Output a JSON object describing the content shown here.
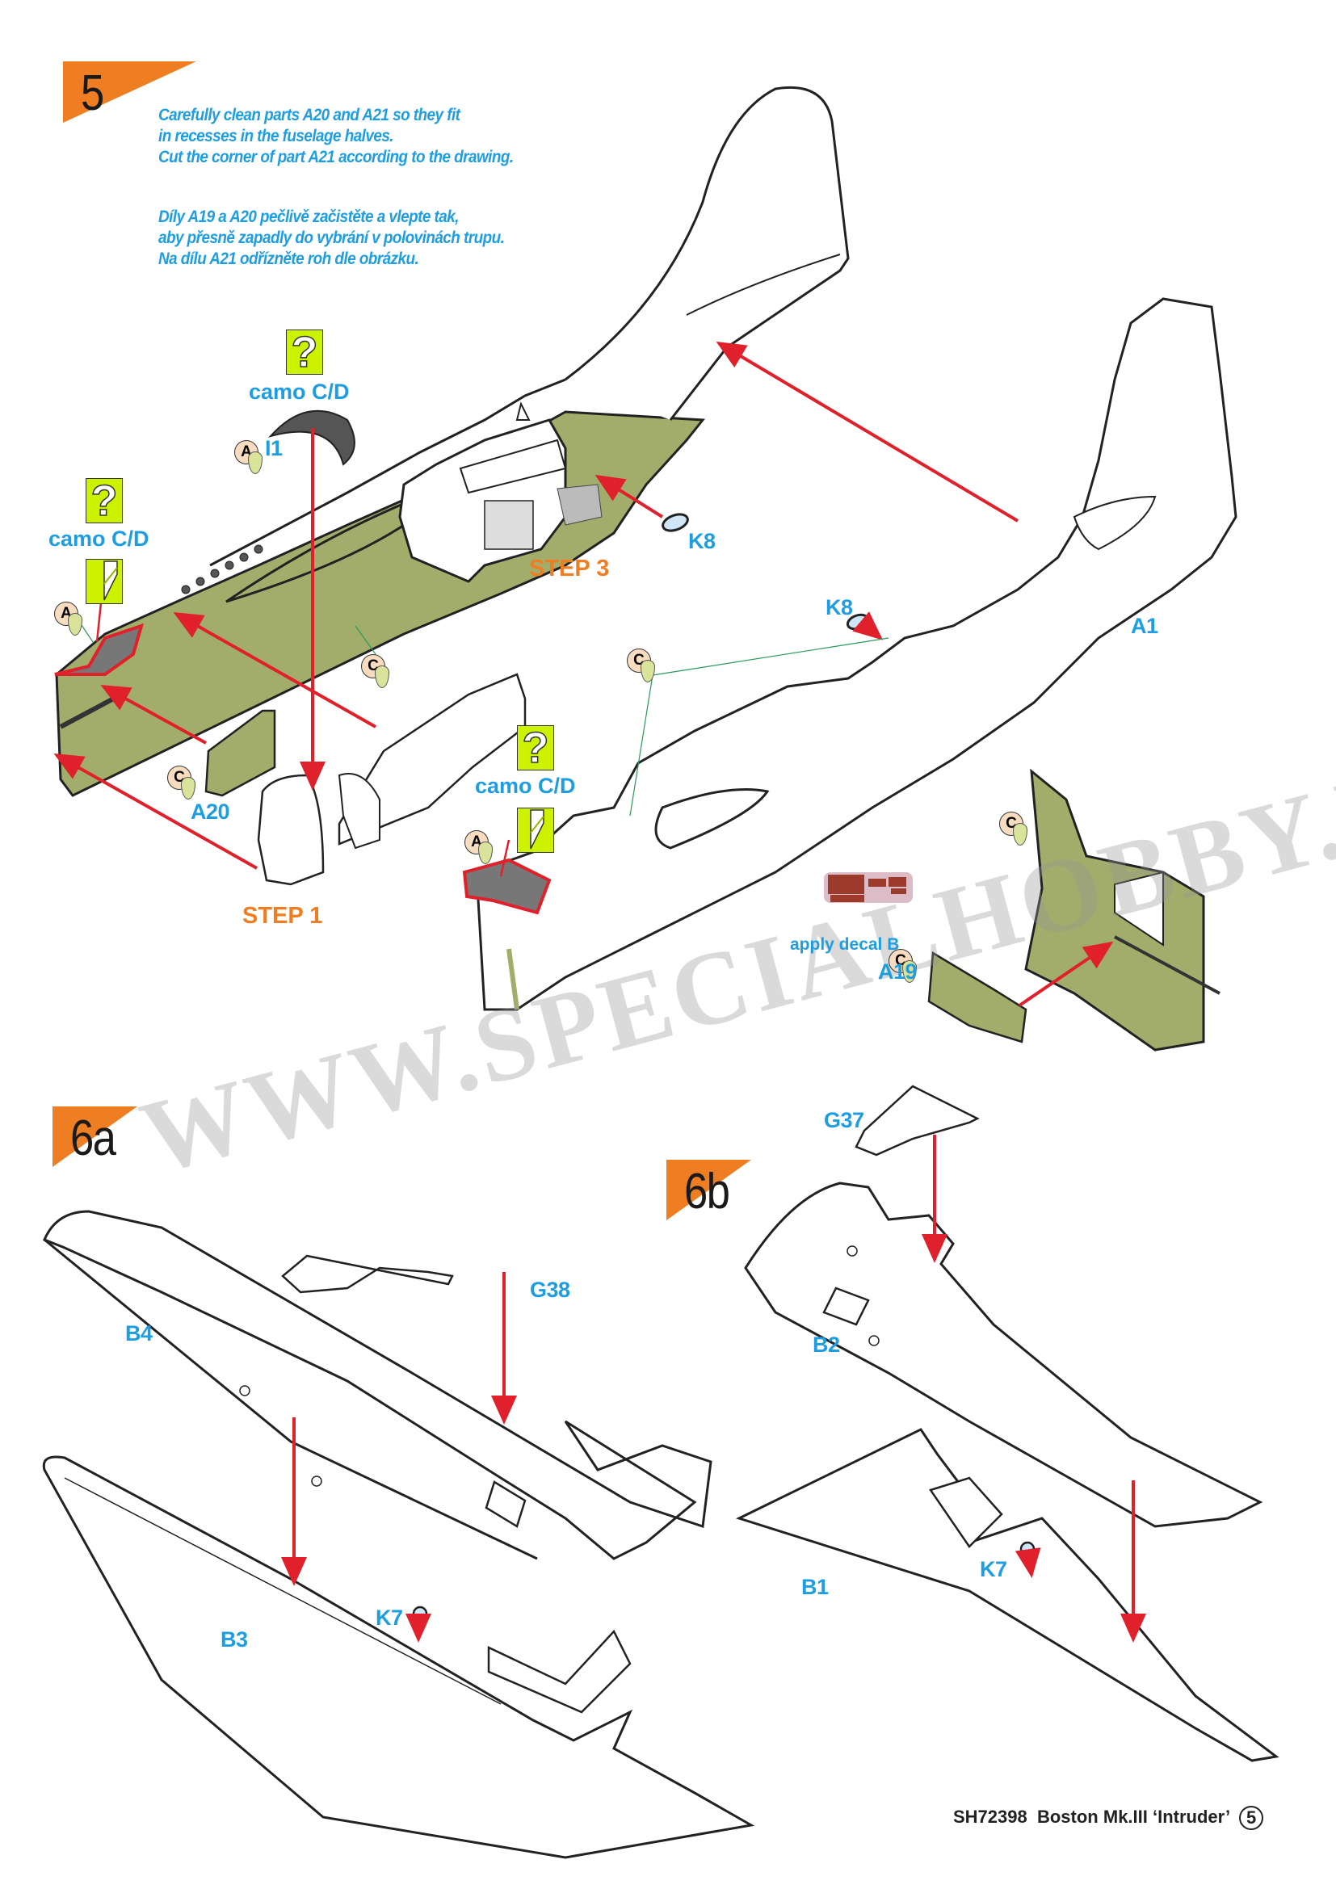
{
  "steps": [
    {
      "number": "5"
    },
    {
      "number": "6a"
    },
    {
      "number": "6b"
    }
  ],
  "instructions": {
    "english": [
      "Carefully clean parts A20 and A21 so they fit",
      "in recesses in the fuselage halves.",
      "Cut the corner of part A21 according to the drawing."
    ],
    "czech": [
      "Díly A19 a A20 pečlivě začistěte a vlepte tak,",
      "aby přesně zapadly do vybrání v polovinách trupu.",
      "Na dílu A21 odřízněte roh dle obrázku."
    ]
  },
  "camo_labels": [
    "camo C/D",
    "camo C/D",
    "camo C/D"
  ],
  "camo_icon": "?",
  "sub_steps": {
    "step1": "STEP 1",
    "step3": "STEP 3"
  },
  "parts": {
    "I1": "I1",
    "K8a": "K8",
    "K8b": "K8",
    "A1": "A1",
    "A20": "A20",
    "A19": "A19",
    "G38": "G38",
    "G37": "G37",
    "B4": "B4",
    "B3": "B3",
    "B2": "B2",
    "B1": "B1",
    "K7a": "K7",
    "K7b": "K7"
  },
  "paint_codes": {
    "a": "A",
    "c": "C"
  },
  "decal_note": "apply decal B",
  "watermark": "WWW.SPECIALHOBBY.EU",
  "footer": {
    "kit_code": "SH72398",
    "title": "Boston Mk.III ‘Intruder’",
    "page": "5"
  },
  "colors": {
    "step_flag": "#ef7d22",
    "label_blue": "#1e9ee0",
    "interior_green": "#a2ad6c",
    "arrow_red": "#e0202a",
    "camo_box": "#cdf200"
  }
}
